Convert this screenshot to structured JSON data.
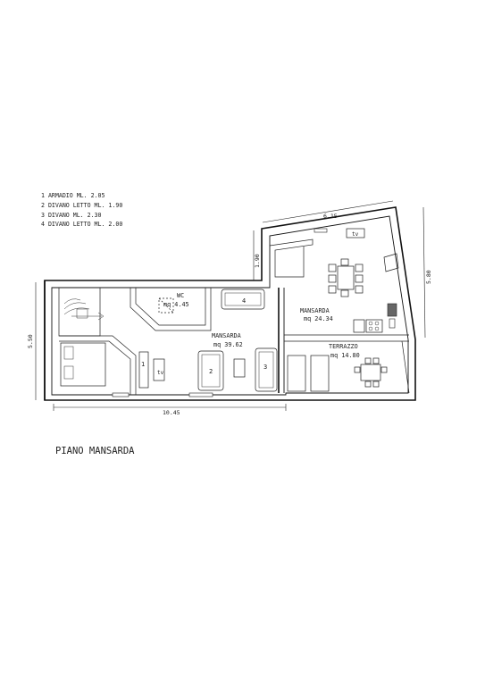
{
  "legend": [
    "1 ARMADIO ML. 2.05",
    "2 DIVANO LETTO ML. 1.90",
    "3 DIVANO ML. 2.30",
    "4 DIVANO LETTO ML. 2.00"
  ],
  "dimensions": {
    "top_right_width": "6.15",
    "upper_step_height": "1.90",
    "right_height": "5.80",
    "left_height": "5.50",
    "bottom_width": "10.45"
  },
  "rooms": {
    "wc_name": "WC",
    "wc_area": "mq 4.45",
    "mansarda_main_name": "MANSARDA",
    "mansarda_main_area": "mq 39.62",
    "mansarda_right_name": "MANSARDA",
    "mansarda_right_area": "mq 24.34",
    "terrazzo_name": "TERRAZZO",
    "terrazzo_area": "mq 14.80"
  },
  "furniture_labels": {
    "armadio": "1",
    "divano_letto_small": "2",
    "divano": "3",
    "divano_letto_large": "4",
    "tv_left": "tv",
    "tv_right": "tv"
  },
  "floor_title": "PIANO MANSARDA"
}
